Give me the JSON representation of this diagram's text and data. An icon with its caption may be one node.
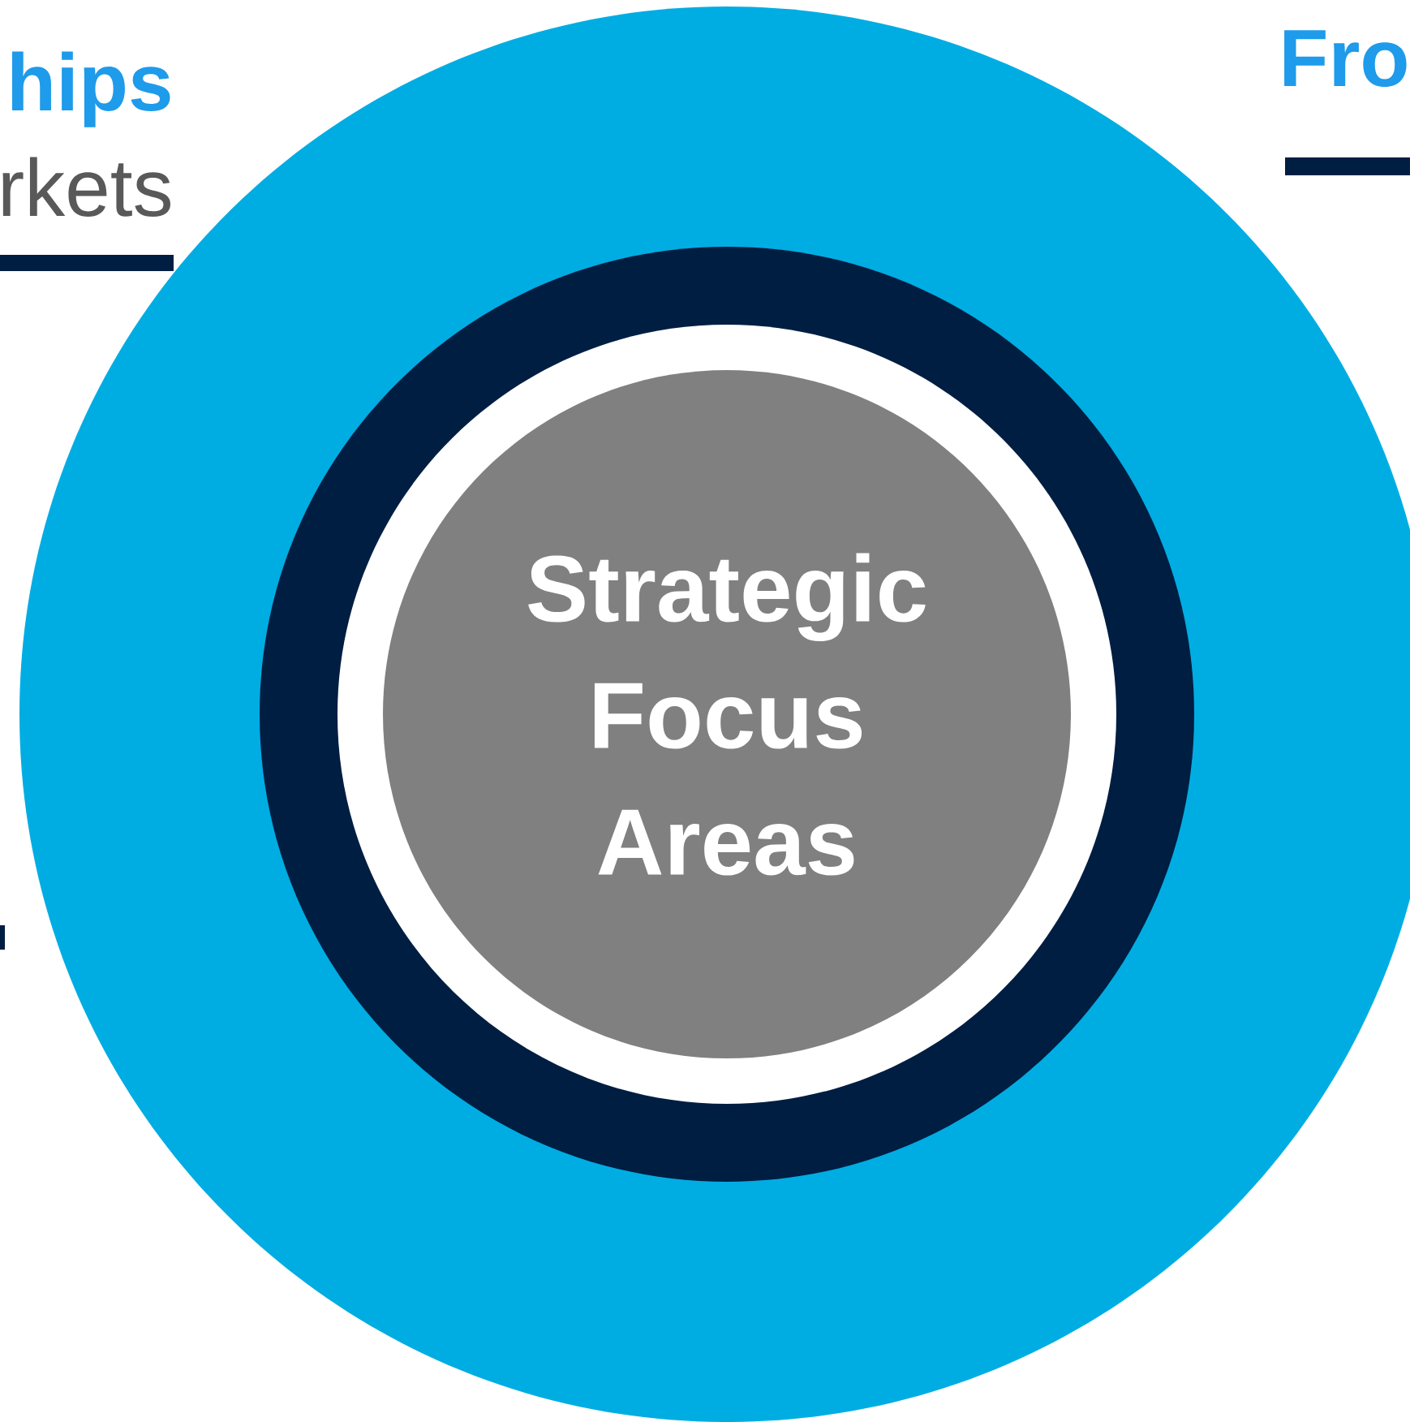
{
  "diagram": {
    "nodes": [
      {
        "text": [],
        "shape": "circle"
      },
      {
        "text": [],
        "shape": "circle",
        "in": 0
      },
      {
        "text": [
          "Strategic Focus Areas"
        ],
        "in": 1
      }
    ],
    "labels": [
      "hips",
      "rkets",
      "Fro"
    ]
  }
}
